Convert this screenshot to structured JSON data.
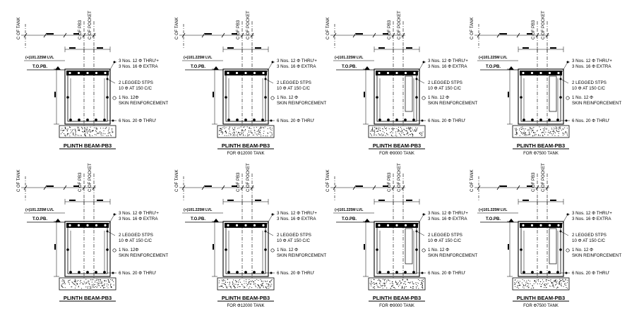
{
  "details": [
    {
      "axis_tank": "C OF TANK",
      "axis_pb": "C OF PB3",
      "axis_pocket": "C OF POCKET",
      "level": "(+)101.225M LVL",
      "top": "T.O.PB.",
      "bars": [
        "3 Nos. 12 Φ THRU'+",
        "3 Nos. 16 Φ EXTRA",
        "2 LEGGED STPS",
        "10 Φ AT 150 C/C",
        "1 No. 12Φ",
        "SKIN REINFORCEMENT",
        "6 Nos. 20 Φ THRU'"
      ],
      "title": "PLINTH BEAM-PB3",
      "subtitle": "",
      "variant": "plain"
    },
    {
      "axis_tank": "C OF TANK",
      "axis_pb": "C OF PB3",
      "axis_pocket": "C OF POCKET",
      "level": "(+)101.225M LVL",
      "top": "T.O.PB.",
      "bars": [
        "3 Nos. 12 Φ THRU'+",
        "3 Nos. 16 Φ EXTRA",
        "2 LEGGED STPS",
        "10 Φ AT 150 C/C",
        "1 No. 12 Φ",
        "SKIN REINFORCEMENT",
        "6 Nos. 20 Φ THRU'"
      ],
      "title": "PLINTH BEAM-PB3",
      "subtitle": "FOR Φ12000 TANK",
      "variant": "plain"
    },
    {
      "axis_tank": "C OF TANK",
      "axis_pb": "C OF PB3",
      "axis_pocket": "C OF POCKET",
      "level": "(+)101.225M LVL",
      "top": "T.O.PB.",
      "bars": [
        "3 Nos. 12 Φ THRU'+",
        "3 Nos. 16 Φ EXTRA",
        "2 LEGGED STPS",
        "10 Φ AT 150 C/C",
        "1 No. 12 Φ",
        "SKIN REINFORCEMENT",
        "6 Nos. 20 Φ THRU'"
      ],
      "title": "PLINTH BEAM-PB3",
      "subtitle": "FOR Φ9000 TANK",
      "variant": "pocket"
    },
    {
      "axis_tank": "C OF TANK",
      "axis_pb": "C OF PB3",
      "axis_pocket": "C OF POCKET",
      "level": "(+)101.225M LVL",
      "top": "T.O.PB.",
      "bars": [
        "3 Nos. 12 Φ THRU'+",
        "3 Nos. 16 Φ EXTRA",
        "2 LEGGED STPS",
        "10 Φ AT 150 C/C",
        "1 No. 12 Φ",
        "SKIN REINFORCEMENT",
        "6 Nos. 20 Φ THRU'"
      ],
      "title": "PLINTH BEAM-PB3",
      "subtitle": "FOR Φ7500 TANK",
      "variant": "pocket"
    },
    {
      "axis_tank": "C OF TANK",
      "axis_pb": "C OF PB3",
      "axis_pocket": "C OF POCKET",
      "level": "(+)101.225M LVL",
      "top": "T.O.PB.",
      "bars": [
        "3 Nos. 12 Φ THRU'+",
        "3 Nos. 16 Φ EXTRA",
        "2 LEGGED STPS",
        "10 Φ AT 150 C/C",
        "1 No. 12Φ",
        "SKIN REINFORCEMENT",
        "6 Nos. 20 Φ THRU'"
      ],
      "title": "PLINTH BEAM-PB3",
      "subtitle": "",
      "variant": "plain"
    },
    {
      "axis_tank": "C OF TANK",
      "axis_pb": "C OF PB3",
      "axis_pocket": "C OF POCKET",
      "level": "(+)101.225M LVL",
      "top": "T.O.PB.",
      "bars": [
        "3 Nos. 12 Φ THRU'+",
        "3 Nos. 16 Φ EXTRA",
        "2 LEGGED STPS",
        "10 Φ AT 150 C/C",
        "1 No. 12 Φ",
        "SKIN REINFORCEMENT",
        "6 Nos. 20 Φ THRU'"
      ],
      "title": "PLINTH BEAM-PB3",
      "subtitle": "FOR Φ12000 TANK",
      "variant": "plain"
    },
    {
      "axis_tank": "C OF TANK",
      "axis_pb": "C OF PB3",
      "axis_pocket": "C OF POCKET",
      "level": "(+)101.225M LVL",
      "top": "T.O.PB.",
      "bars": [
        "3 Nos. 12 Φ THRU'+",
        "3 Nos. 16 Φ EXTRA",
        "2 LEGGED STPS",
        "10 Φ AT 150 C/C",
        "1 No. 12 Φ",
        "SKIN REINFORCEMENT",
        "6 Nos. 20 Φ THRU'"
      ],
      "title": "PLINTH BEAM-PB3",
      "subtitle": "FOR Φ9000 TANK",
      "variant": "pocket"
    },
    {
      "axis_tank": "C OF TANK",
      "axis_pb": "C OF PB3",
      "axis_pocket": "C OF POCKET",
      "level": "(+)101.225M LVL",
      "top": "T.O.PB.",
      "bars": [
        "3 Nos. 12 Φ THRU'+",
        "3 Nos. 16 Φ EXTRA",
        "2 LEGGED STPS",
        "10 Φ AT 150 C/C",
        "1 No. 12 Φ",
        "SKIN REINFORCEMENT",
        "6 Nos. 20 Φ THRU'"
      ],
      "title": "PLINTH BEAM-PB3",
      "subtitle": "FOR Φ7500 TANK",
      "variant": "pocket"
    }
  ]
}
